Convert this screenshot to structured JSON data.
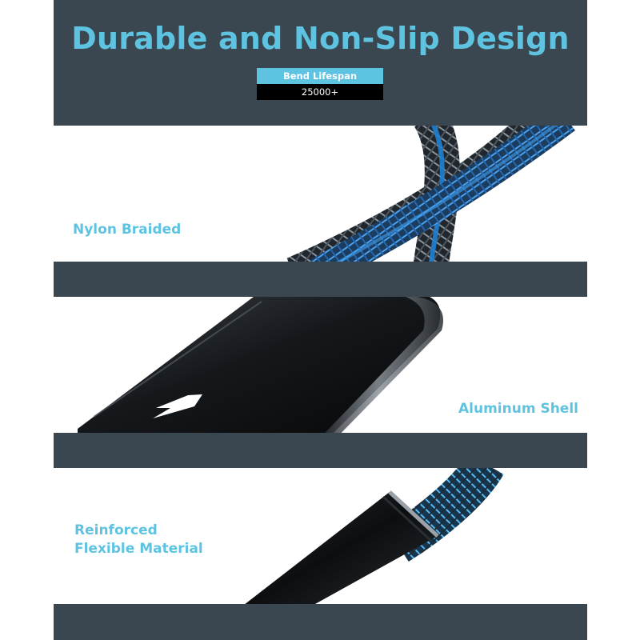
{
  "header": {
    "title": "Durable and Non-Slip Design",
    "spec_label": "Bend Lifespan",
    "spec_value": "25000+"
  },
  "features": {
    "nylon": "Nylon Braided",
    "aluminum": "Aluminum Shell",
    "reinforced_line1": "Reinforced",
    "reinforced_line2": "Flexible Material"
  },
  "icons": {
    "lightning": "lightning-bolt-icon"
  },
  "colors": {
    "accent": "#5ec3e0",
    "band": "#3b4750",
    "spec_value_bg": "#000000",
    "braid_blue": "#1f7fd1"
  }
}
